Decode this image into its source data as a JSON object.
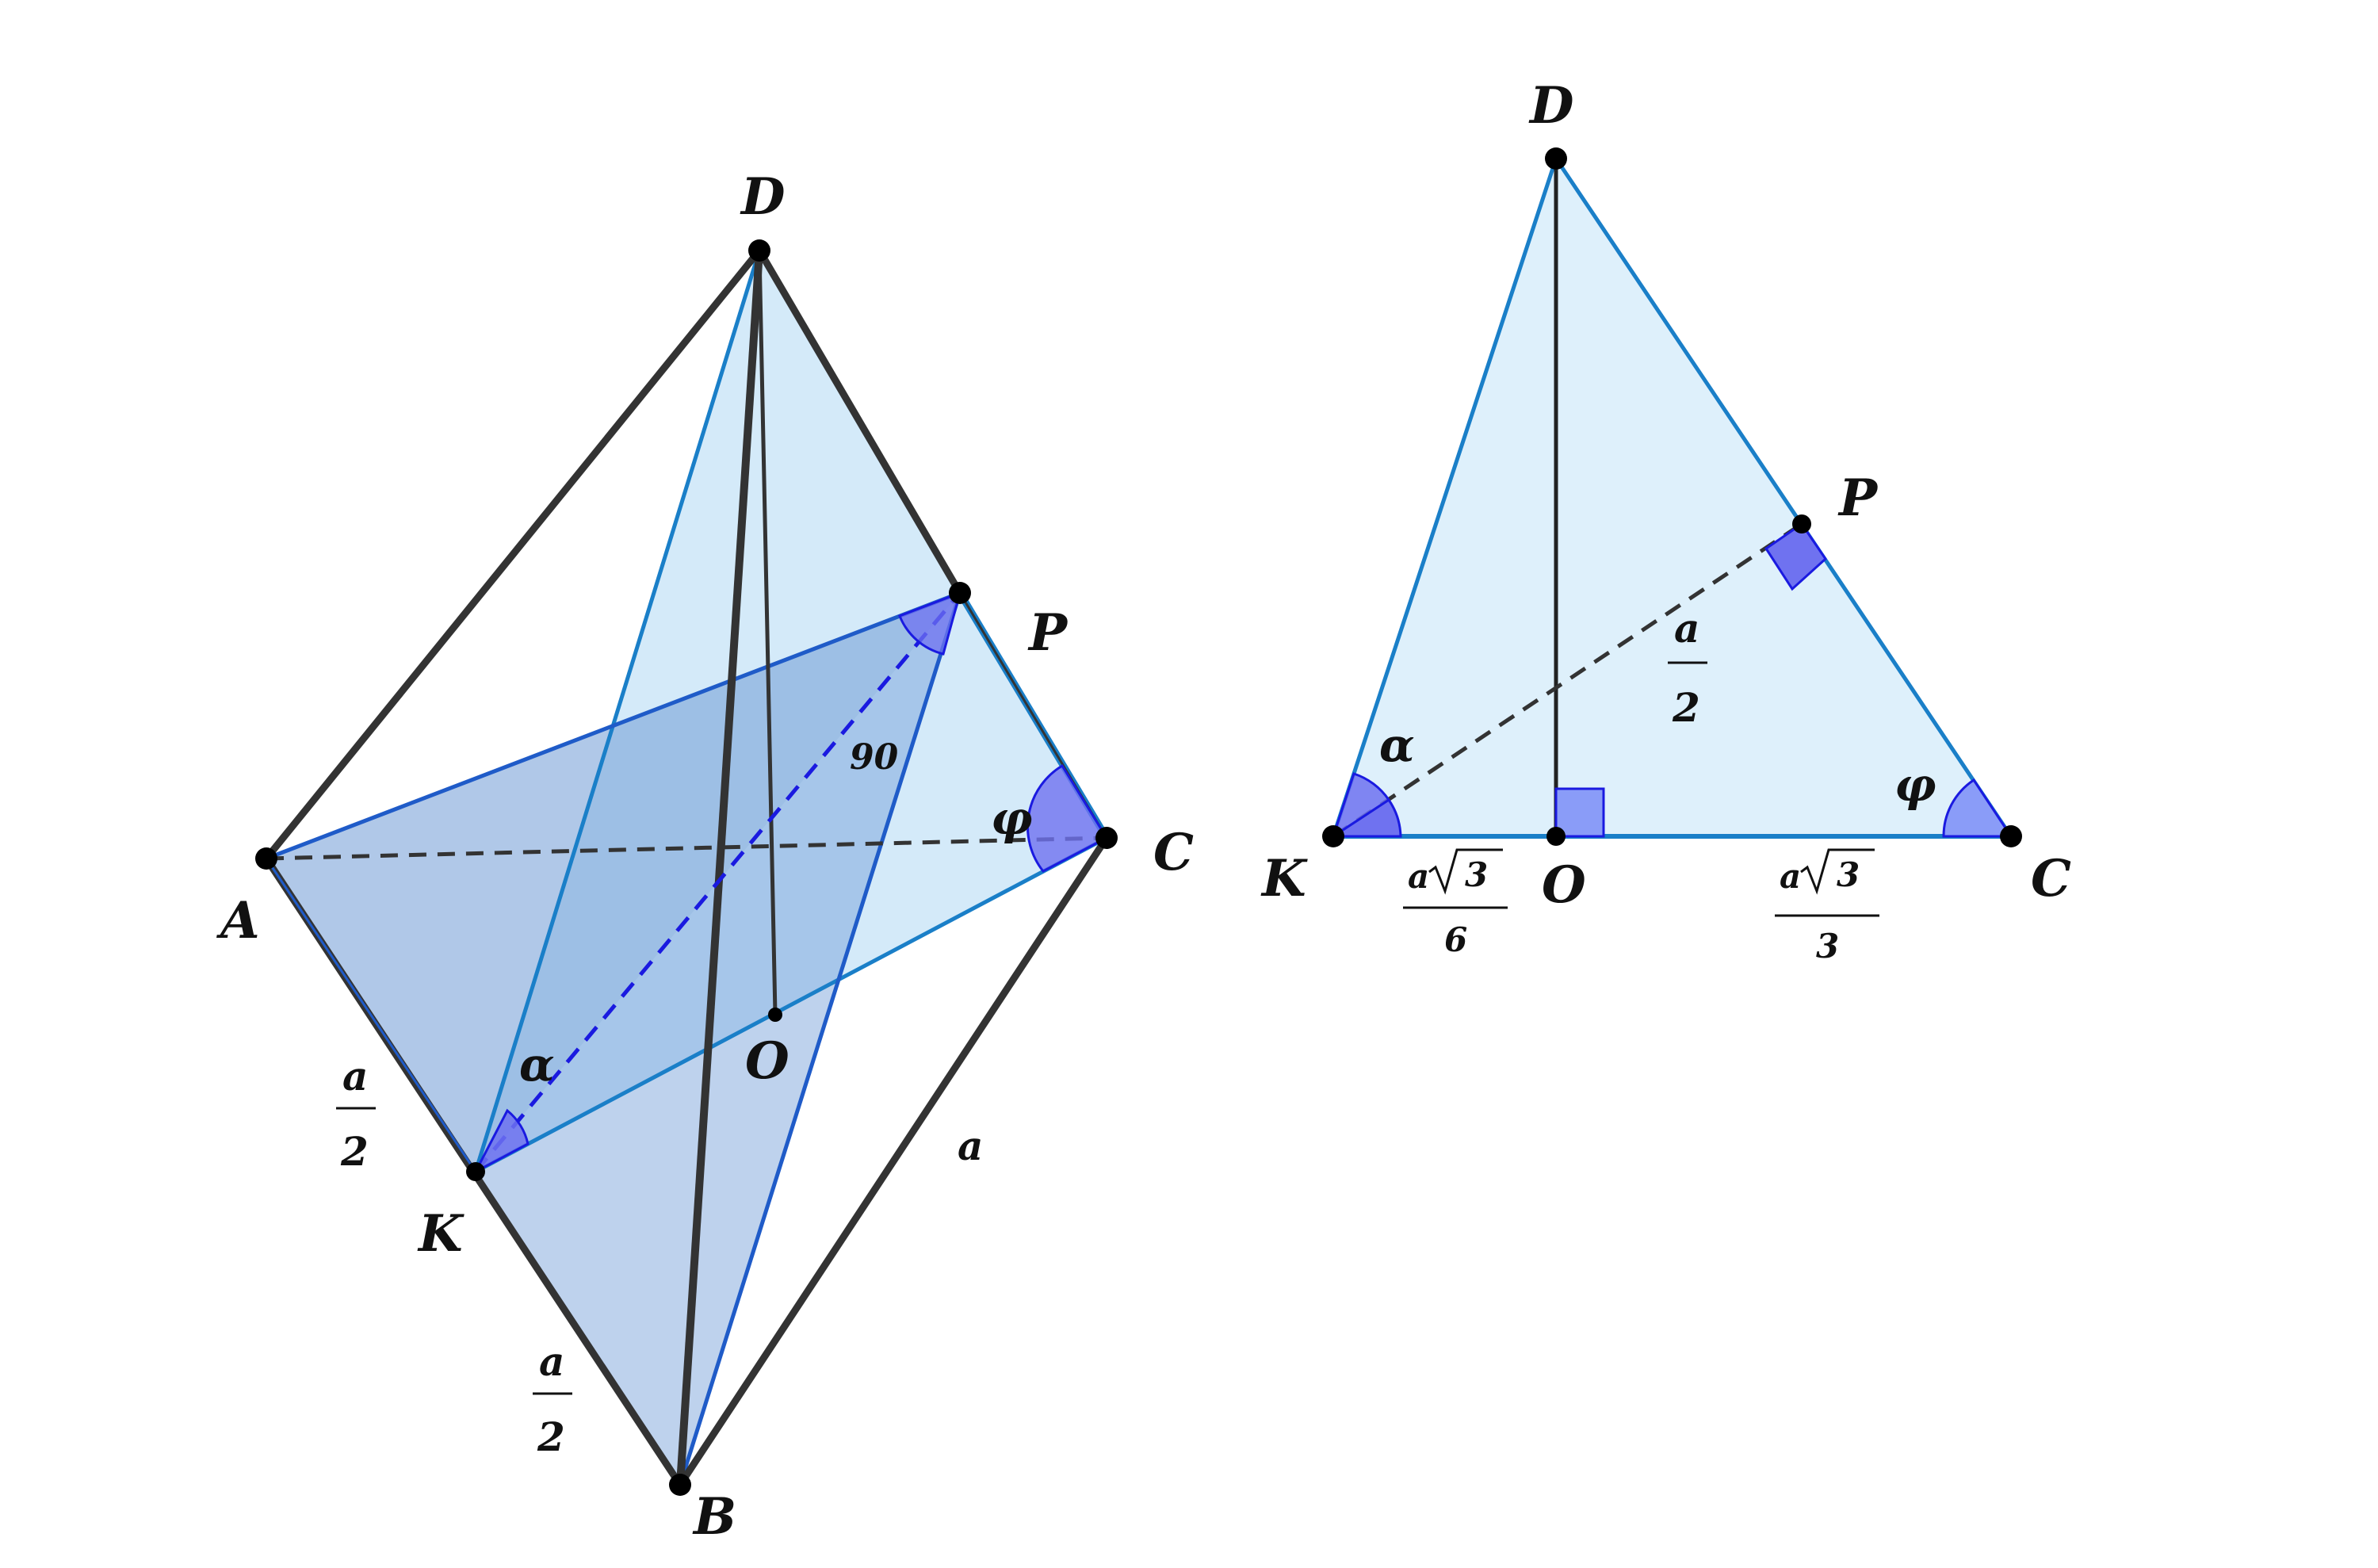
{
  "figure_3d": {
    "points": {
      "A": "A",
      "B": "B",
      "C": "C",
      "D": "D",
      "K": "K",
      "P": "P",
      "O": "O"
    },
    "edge_label_a": "a",
    "half_a_top": {
      "num": "a",
      "den": "2"
    },
    "half_a_bottom": {
      "num": "a",
      "den": "2"
    },
    "alpha": "α",
    "phi": "φ",
    "angle_90": "90"
  },
  "figure_2d": {
    "points": {
      "D": "D",
      "P": "P",
      "K": "K",
      "O": "O",
      "C": "C"
    },
    "alpha": "α",
    "phi": "φ",
    "kp_half": {
      "num": "a",
      "den": "2"
    },
    "ko": {
      "num_prefix": "a",
      "radical": "3",
      "den": "6"
    },
    "oc": {
      "num_prefix": "a",
      "radical": "3",
      "den": "3"
    }
  },
  "colors": {
    "edge_dark": "#333333",
    "edge_blue": "#1a7fc8",
    "face_light": "#cfe8f8",
    "section_fill": "#6f9bd6",
    "angle_fill": "#6f72f0",
    "dashed_blue": "#1a1ae0"
  }
}
